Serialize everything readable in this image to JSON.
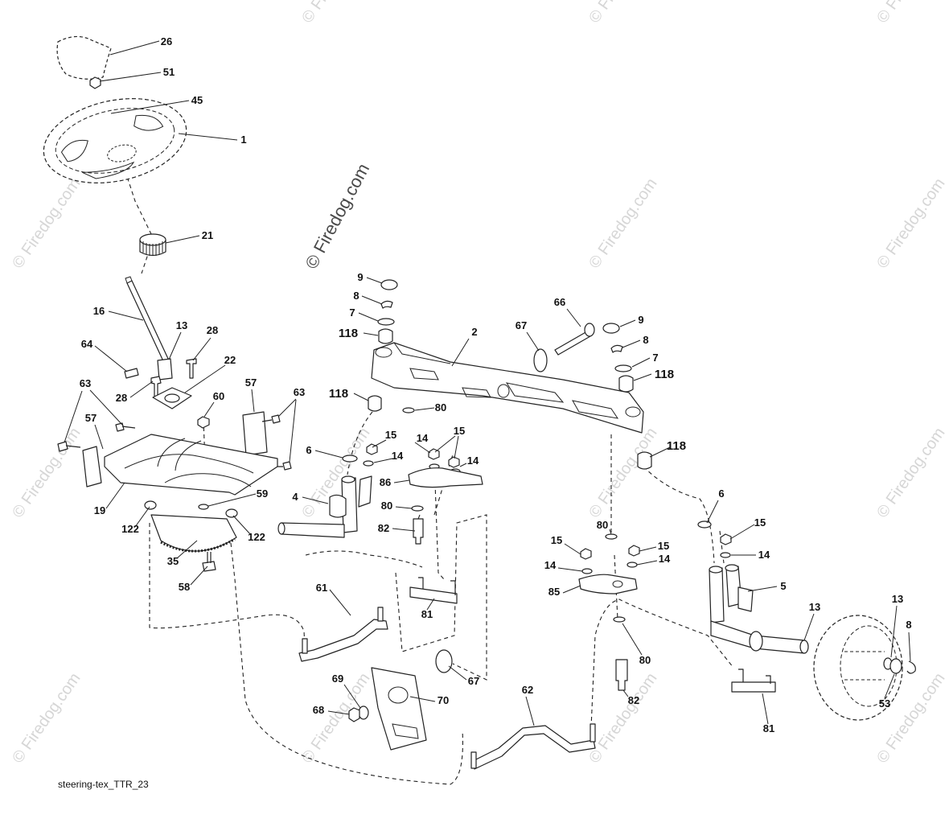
{
  "diagram": {
    "callouts": [
      "26",
      "51",
      "45",
      "1",
      "21",
      "16",
      "13",
      "28",
      "64",
      "22",
      "28",
      "60",
      "57",
      "63",
      "63",
      "57",
      "19",
      "122",
      "59",
      "122",
      "35",
      "58",
      "9",
      "8",
      "7",
      "118",
      "2",
      "67",
      "66",
      "9",
      "8",
      "7",
      "118",
      "118",
      "80",
      "6",
      "15",
      "14",
      "15",
      "14",
      "14",
      "86",
      "4",
      "80",
      "82",
      "118",
      "6",
      "15",
      "14",
      "80",
      "15",
      "15",
      "14",
      "14",
      "85",
      "5",
      "81",
      "61",
      "80",
      "13",
      "13",
      "8",
      "67",
      "69",
      "70",
      "62",
      "68",
      "82",
      "53",
      "81"
    ],
    "code": "steering-tex_TTR_23",
    "watermark": "© Firedog.com"
  }
}
